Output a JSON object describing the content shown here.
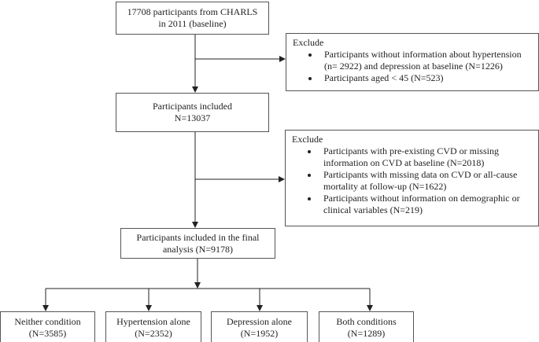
{
  "start": {
    "line1": "17708 participants from CHARLS",
    "line2": "in 2011 (baseline)"
  },
  "exclude1": {
    "title": "Exclude",
    "items": [
      "Participants without information about hypertension (n= 2922) and depression at baseline (N=1226)",
      "Participants aged < 45 (N=523)"
    ]
  },
  "included": {
    "line1": "Participants included",
    "line2": "N=13037"
  },
  "exclude2": {
    "title": "Exclude",
    "items": [
      "Participants with pre-existing CVD or missing information on CVD at baseline (N=2018)",
      "Participants with missing data on CVD or all-cause mortality at follow-up (N=1622)",
      "Participants without information on demographic or clinical variables (N=219)"
    ]
  },
  "final": {
    "line1": "Participants included in the final",
    "line2": "analysis (N=9178)"
  },
  "groups": [
    {
      "label": "Neither condition",
      "n": "(N=3585)"
    },
    {
      "label": "Hypertension alone",
      "n": "(N=2352)"
    },
    {
      "label": "Depression alone",
      "n": "(N=1952)"
    },
    {
      "label": "Both conditions",
      "n": "(N=1289)"
    }
  ]
}
